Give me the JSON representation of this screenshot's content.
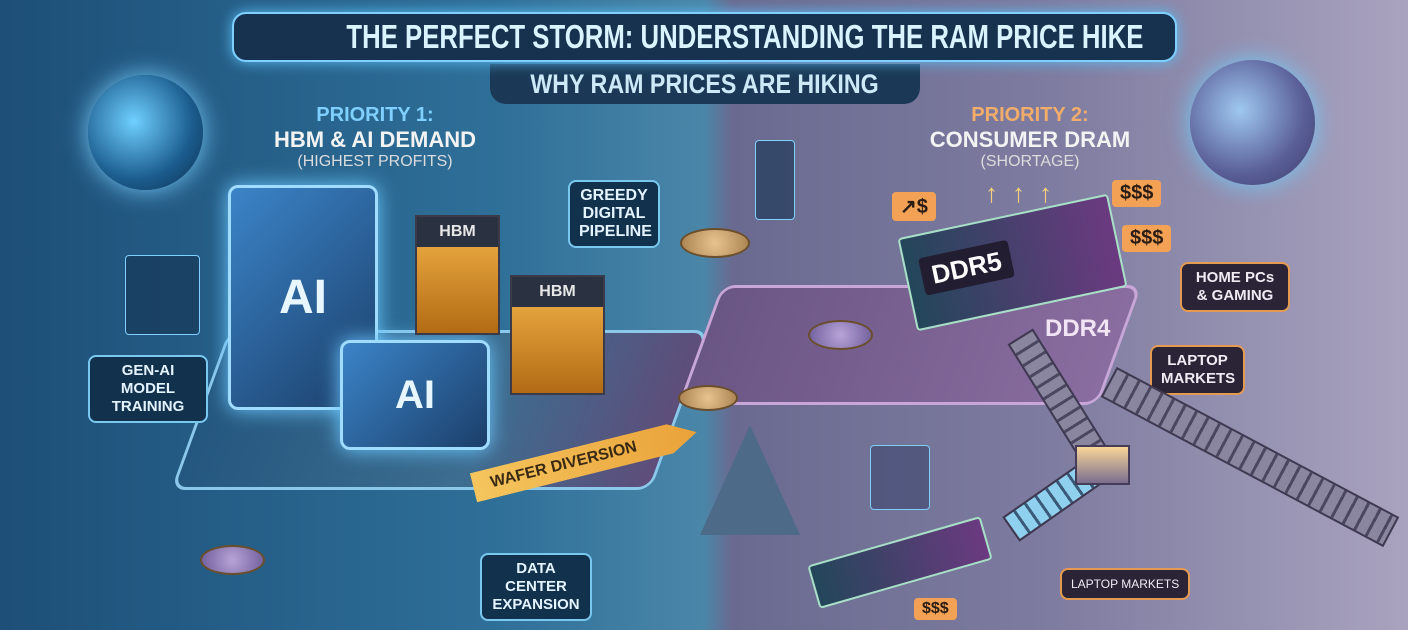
{
  "header": {
    "title": "THE PERFECT STORM: UNDERSTANDING THE RAM PRICE HIKE",
    "subtitle": "WHY RAM PRICES ARE HIKING"
  },
  "priority1": {
    "heading": "PRIORITY 1:",
    "main": "HBM & AI DEMAND",
    "sub": "(HIGHEST PROFITS)"
  },
  "priority2": {
    "heading": "PRIORITY 2:",
    "main": "CONSUMER DRAM",
    "sub": "(SHORTAGE)"
  },
  "left": {
    "chip_big": "AI",
    "chip_small": "AI",
    "hbm1": "HBM",
    "hbm2": "HBM",
    "callout_genai": "GEN-AI MODEL TRAINING",
    "callout_pipeline": "GREEDY DIGITAL PIPELINE",
    "callout_datacenter": "DATA CENTER EXPANSION",
    "wafer_diversion": "WAFER DIVERSION"
  },
  "right": {
    "ddr5": "DDR5",
    "ddr4": "DDR4",
    "tag1": "$$$",
    "tag2": "$$$",
    "tag3": "$$$",
    "price_bubble": "↗$",
    "callout_home": "HOME PCs & GAMING",
    "callout_laptop": "LAPTOP MARKETS",
    "callout_laptop2": "LAPTOP MARKETS"
  },
  "colors": {
    "accent_blue": "#7fd0ff",
    "accent_orange": "#e59a52"
  }
}
